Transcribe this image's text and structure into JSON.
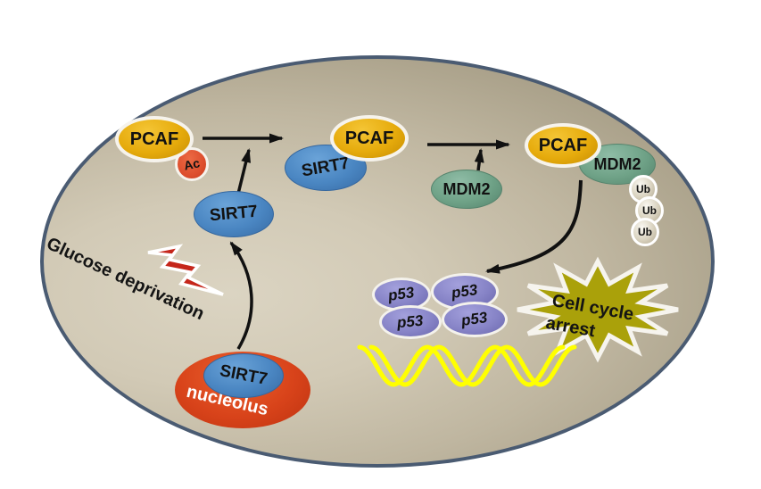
{
  "diagram": {
    "molecules": {
      "pcaf_free": "PCAF",
      "acetyl_mark": "Ac",
      "sirt7_cytoplasmic": "SIRT7",
      "pcaf_in_complex": "PCAF",
      "sirt7_in_complex": "SIRT7",
      "mdm2_free": "MDM2",
      "pcaf_mdm2_pcaf": "PCAF",
      "pcaf_mdm2_mdm2": "MDM2",
      "ubiquitin": [
        "Ub",
        "Ub",
        "Ub"
      ],
      "p53_tetramer": [
        "p53",
        "p53",
        "p53",
        "p53"
      ],
      "sirt7_nucleolar": "SIRT7"
    },
    "labels": {
      "nucleolus": "nucleolus",
      "stress_signal": "Glucose deprivation",
      "outcome_line1": "Cell cycle",
      "outcome_line2": "arrest"
    },
    "icons": {
      "lightning": "lightning-bolt-icon",
      "dna": "dna-double-helix-icon",
      "starburst": "cell-cycle-arrest-burst"
    },
    "colors": {
      "cell_fill_light": "#dbd4c2",
      "cell_fill_dark": "#a1987f",
      "cell_border": "#4a5b72",
      "pcaf": "#e6ab0c",
      "sirt7": "#4a86c2",
      "mdm2": "#6fa287",
      "p53": "#8784c7",
      "nucleolus": "#d8431a",
      "acetyl": "#dd4f2e",
      "ubiquitin_fill": "#d9d2bf",
      "starburst": "#aaa10a",
      "lightning": "#c5261b",
      "dna": "#ffff00",
      "arrow": "#111111"
    }
  }
}
